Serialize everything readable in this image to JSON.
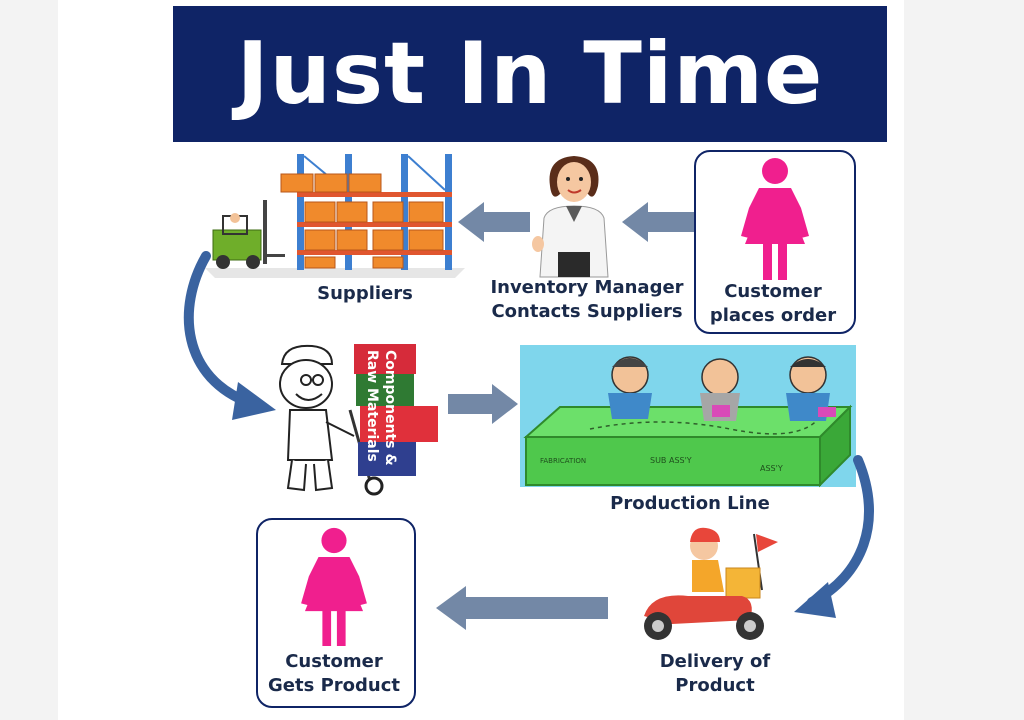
{
  "title": "Just In Time",
  "steps": {
    "suppliers": "Suppliers",
    "inventory_manager": [
      "Inventory Manager",
      "Contacts Suppliers"
    ],
    "customer_orders": [
      "Customer",
      "places order"
    ],
    "production_line": "Production Line",
    "delivery": [
      "Delivery of",
      "Product"
    ],
    "customer_gets": [
      "Customer",
      "Gets Product"
    ]
  },
  "crate_text": {
    "line1": "Components &",
    "line2": "Raw Materials"
  },
  "production_stations": [
    "FABRICATION",
    "SUB ASS'Y",
    "ASS'Y"
  ],
  "colors": {
    "title_bg": "#0f2466",
    "arrow": "#7388a6",
    "curve_arrow": "#3a63a0",
    "customer_icon": "#f01f8e",
    "production_table": "#5fd45a"
  }
}
